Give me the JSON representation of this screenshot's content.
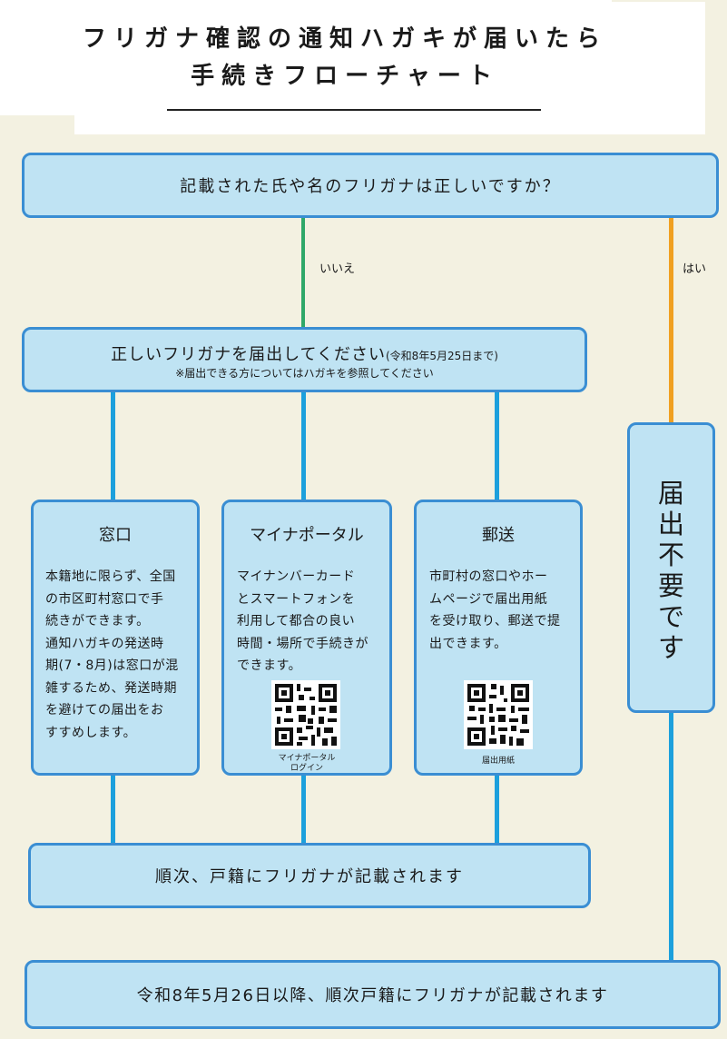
{
  "header": {
    "title_line1": "フリガナ確認の通知ハガキが届いたら",
    "title_line2": "手続きフローチャート"
  },
  "question": {
    "text": "記載された氏や名のフリガナは正しいですか？"
  },
  "branches": {
    "no": "いいえ",
    "yes": "はい"
  },
  "submit": {
    "main": "正しいフリガナを届出してください",
    "deadline": "(令和8年5月25日まで)",
    "note": "※届出できる方についてはハガキを参照してください"
  },
  "methods": [
    {
      "title": "窓口",
      "lines": [
        "本籍地に限らず、全国",
        "の市区町村窓口で手",
        "続きができます。",
        "通知ハガキの発送時",
        "期(7・8月)は窓口が混",
        "雑するため、発送時期",
        "を避けての届出をお",
        "すすめします。"
      ]
    },
    {
      "title": "マイナポータル",
      "lines": [
        "マイナンバーカード",
        "とスマートフォンを",
        "利用して都合の良い",
        "時間・場所で手続きが",
        "できます。"
      ],
      "qr_label_1": "マイナポータル",
      "qr_label_2": "ログイン"
    },
    {
      "title": "郵送",
      "lines": [
        "市町村の窓口やホー",
        "ムページで届出用紙",
        "を受け取り、郵送で提",
        "出できます。"
      ],
      "qr_label_1": "届出用紙"
    }
  ],
  "not_required": {
    "chars": [
      "届",
      "出",
      "不",
      "要",
      "で",
      "す"
    ]
  },
  "result": {
    "text": "順次、戸籍にフリガナが記載されます"
  },
  "final": {
    "text": "令和8年5月26日以降、順次戸籍にフリガナが記載されます"
  },
  "colors": {
    "box_fill": "#bfe3f3",
    "box_border": "#3a8ed3",
    "line_blue": "#1ca0dc",
    "line_green": "#2fa869",
    "line_orange": "#f0a020"
  }
}
